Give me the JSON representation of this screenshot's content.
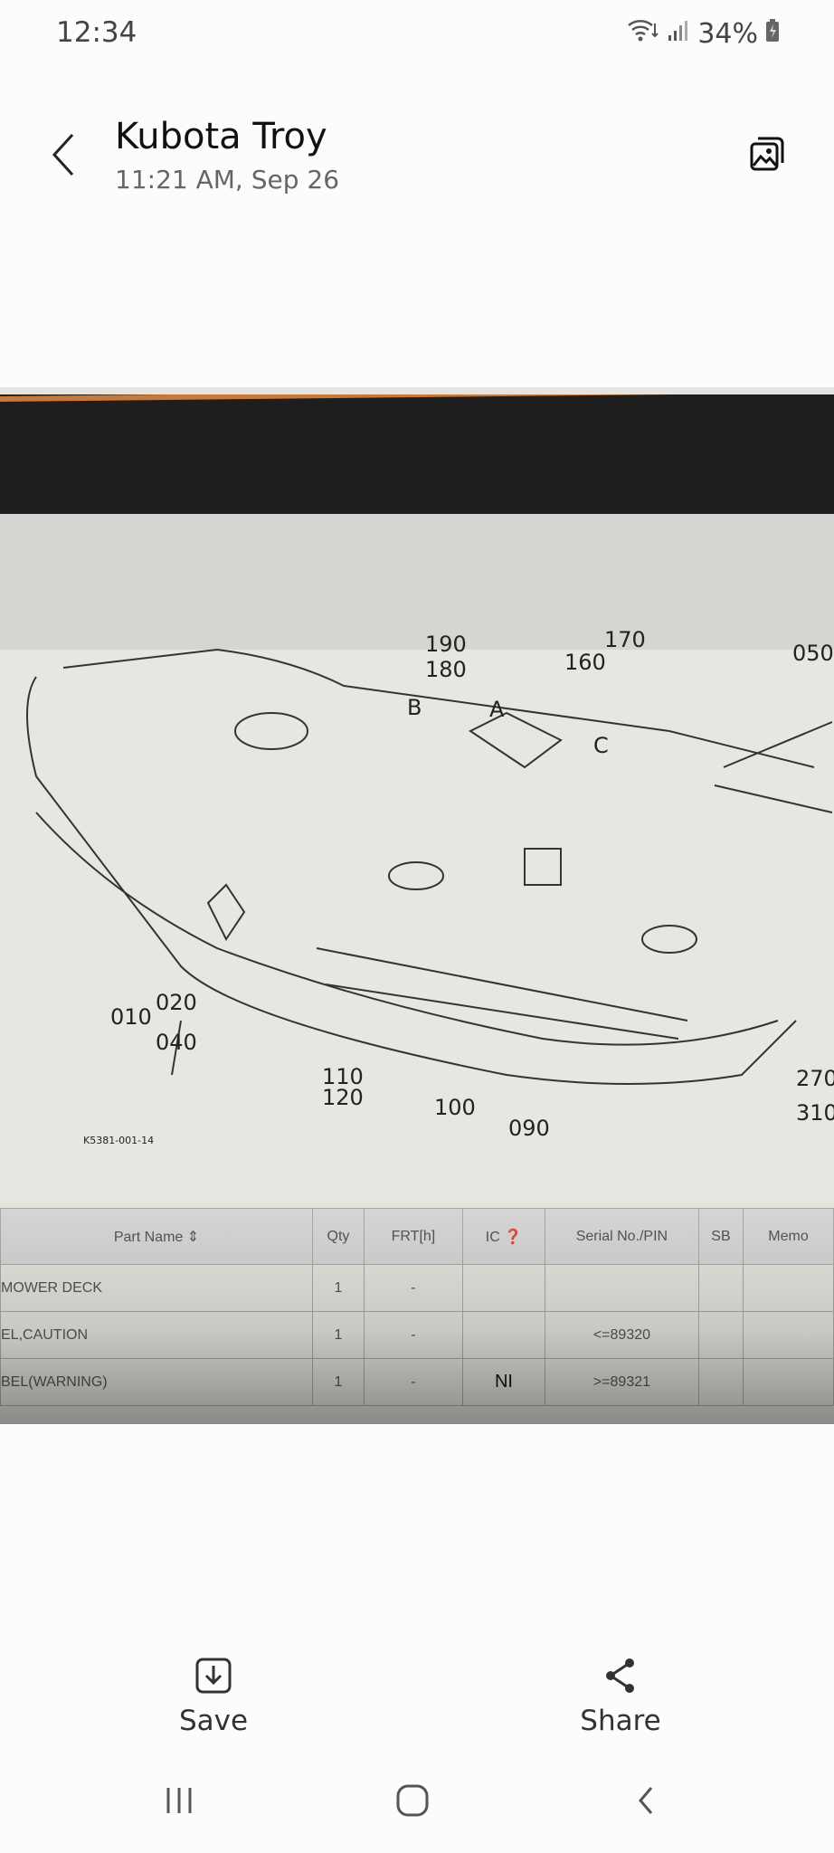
{
  "status_bar": {
    "time": "12:34",
    "battery": "34%"
  },
  "header": {
    "title": "Kubota Troy",
    "subtitle": "11:21 AM, Sep 26"
  },
  "photo": {
    "diagram_labels": {
      "l190": "190",
      "l180": "180",
      "l170": "170",
      "l160": "160",
      "l050": "050",
      "lB": "B",
      "lA": "A",
      "lC": "C",
      "l010": "010",
      "l020": "020",
      "l040": "040",
      "l110": "110",
      "l120": "120",
      "l100": "100",
      "l090": "090",
      "l270": "270",
      "l310": "310",
      "code": "K5381-001-14"
    },
    "table": {
      "headers": [
        "Part Name ⇕",
        "Qty",
        "FRT[h]",
        "IC ❓",
        "Serial No./PIN",
        "SB",
        "Memo"
      ],
      "rows": [
        [
          "MOWER DECK",
          "1",
          "-",
          "",
          "",
          "",
          ""
        ],
        [
          "EL,CAUTION",
          "1",
          "-",
          "",
          "<=89320",
          "",
          ""
        ],
        [
          "BEL(WARNING)",
          "1",
          "-",
          "NI",
          ">=89321",
          "",
          ""
        ]
      ]
    }
  },
  "actions": {
    "save": "Save",
    "share": "Share"
  }
}
